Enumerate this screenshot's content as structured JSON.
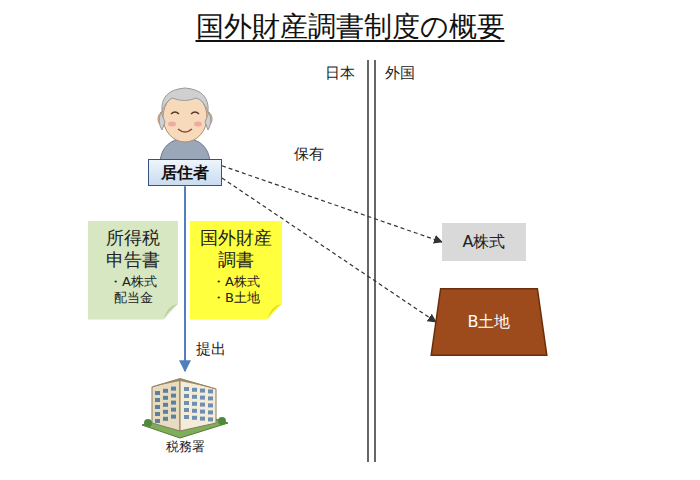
{
  "diagram": {
    "title": "国外財産調書制度の概要",
    "nodes": [
      {
        "text": [
          "居住者"
        ]
      },
      {
        "text": [
          "所得税 申告書",
          "・A株式 配当金"
        ]
      },
      {
        "text": [
          "国外財産 調書",
          "・A株式 ・B土地"
        ]
      },
      {
        "text": [
          "税務署"
        ]
      },
      {
        "text": [
          "A株式"
        ]
      },
      {
        "text": [
          "B土地"
        ]
      }
    ],
    "edges": [
      {
        "from": 0,
        "to": 4,
        "label": "保有",
        "arrow": "to"
      },
      {
        "from": 0,
        "to": 5,
        "arrow": "to"
      },
      {
        "from": 0,
        "to": 3,
        "label": "提出",
        "arrow": "to"
      }
    ],
    "labels": [
      "日本",
      "外国"
    ]
  }
}
